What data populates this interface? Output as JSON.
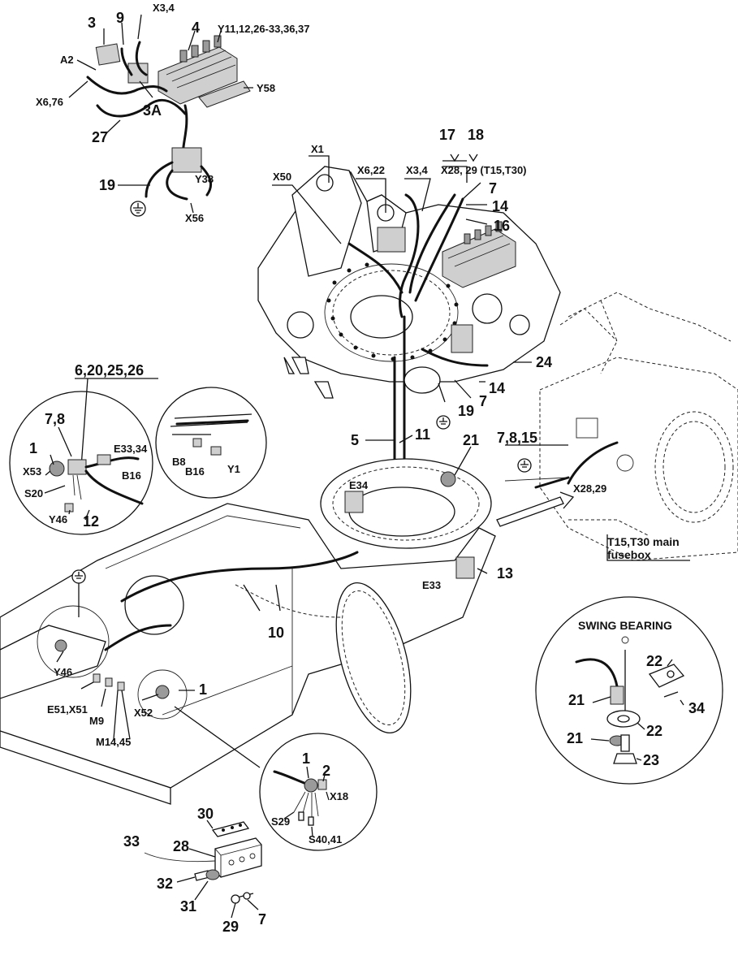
{
  "labels": {
    "top_harness": {
      "n3": "3",
      "n9": "9",
      "x34": "X3,4",
      "n4": "4",
      "y11": "Y11,12,26-33,36,37",
      "a2": "A2",
      "y58": "Y58",
      "x676": "X6,76",
      "n3a": "3A",
      "n27": "27",
      "n19": "19",
      "y38": "Y38",
      "x56": "X56"
    },
    "upper_frame": {
      "n17": "17",
      "n18": "18",
      "x1": "X1",
      "x622": "X6,22",
      "x50": "X50",
      "x34": "X3,4",
      "x2829": "X28, 29 (T15,T30)",
      "n7a": "7",
      "n14a": "14",
      "n16": "16",
      "n24": "24",
      "n14b": "14",
      "n7b": "7",
      "n19": "19"
    },
    "left_circle": {
      "title": "6,20,25,26",
      "n78": "7,8",
      "e3334": "E33,34",
      "n1": "1",
      "x53": "X53",
      "b16": "B16",
      "s20": "S20",
      "y46": "Y46",
      "n12": "12"
    },
    "mid_circle": {
      "b8": "B8",
      "b16": "B16",
      "y1": "Y1"
    },
    "center": {
      "n5": "5",
      "n11": "11",
      "n21": "21",
      "e34": "E34",
      "n10": "10",
      "e33": "E33",
      "n13": "13"
    },
    "right_frame": {
      "n7815": "7,8,15",
      "x2829": "X28,29",
      "fusebox": "T15,T30 main\nfusebox"
    },
    "swing_bearing": {
      "title": "SWING BEARING",
      "n22a": "22",
      "n21a": "21",
      "n34": "34",
      "n22b": "22",
      "n21b": "21",
      "n23": "23"
    },
    "lower_frame": {
      "y46": "Y46",
      "e51": "E51,X51",
      "m9": "M9",
      "x52": "X52",
      "n1": "1",
      "m1445": "M14,45"
    },
    "bottom_circle": {
      "n1": "1",
      "n2": "2",
      "x18": "X18",
      "s29": "S29",
      "s4041": "S40,41"
    },
    "bottom_parts": {
      "n30": "30",
      "n33": "33",
      "n28": "28",
      "n32": "32",
      "n31": "31",
      "n29": "29",
      "n7": "7"
    }
  }
}
